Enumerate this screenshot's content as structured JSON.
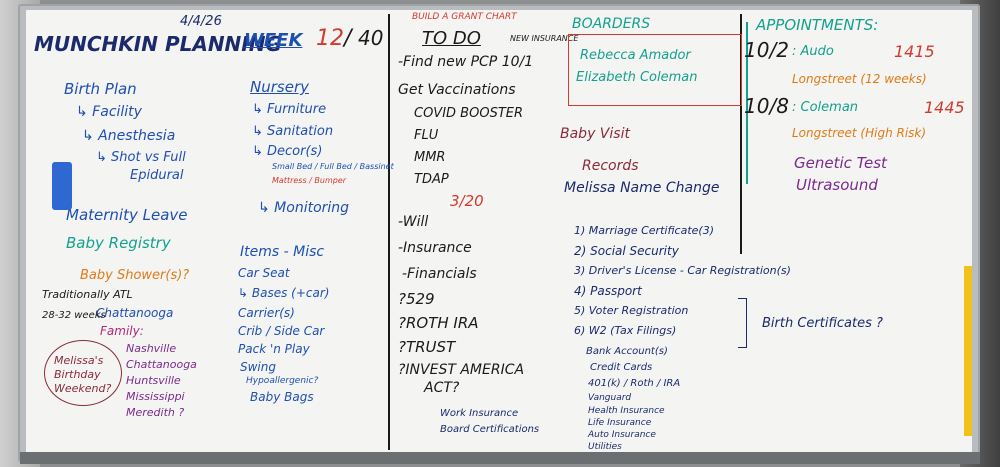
{
  "header": {
    "title": "MUNCHKIN PLANNING",
    "date": "4/4/26",
    "week_label": "WEEK",
    "week_current": "12",
    "week_total": "40"
  },
  "left_col": {
    "items": [
      "Birth Plan",
      "↳ Facility",
      "↳ Anesthesia",
      "↳ Shot vs Full",
      "Epidural",
      "Maternity Leave",
      "Baby Registry",
      "Baby Shower(s)?"
    ],
    "shower_notes": [
      "Traditionally ATL",
      "Chattanooga",
      "Family:",
      "28-32 weeks",
      "Nashville",
      "Chattanooga",
      "Huntsville",
      "Mississippi",
      "Meredith ?"
    ],
    "birthday_note": [
      "Melissa's",
      "Birthday",
      "Weekend?"
    ]
  },
  "nursery_col": {
    "heading": "Nursery",
    "items": [
      "↳ Furniture",
      "↳ Sanitation",
      "↳ Decor(s)",
      "Small Bed / Full Bed / Bassinet",
      "Mattress / Bumper",
      "↳ Monitoring"
    ],
    "items2": [
      "Items - Misc",
      "Car Seat",
      "↳ Bases (+car)",
      "Carrier(s)",
      "Crib / Side Car",
      "Pack 'n Play",
      "Swing",
      "Hypoallergenic?",
      "Baby Bags"
    ]
  },
  "todo_col": {
    "banner": "BUILD A GRANT CHART",
    "heading": "TO DO",
    "new_insurance": "NEW INSURANCE",
    "items": [
      "-Find new PCP 10/1",
      "Get Vaccinations",
      "COVID BOOSTER",
      "FLU",
      "MMR",
      "TDAP",
      "3/20",
      "-Will",
      "-Insurance",
      "-Financials",
      "?529",
      "?ROTH IRA",
      "?TRUST",
      "?INVEST AMERICA",
      "ACT?"
    ],
    "bottom_note": [
      "Work Insurance",
      "Board Certifications"
    ]
  },
  "records_col": {
    "baby_visit": "Baby Visit",
    "records": "Records",
    "name_change_title": "Melissa Name Change",
    "items": [
      "1) Marriage Certificate(3)",
      "2) Social Security",
      "3) Driver's License - Car Registration(s)",
      "4) Passport",
      "5) Voter Registration",
      "6) W2 (Tax Filings)",
      "Bank Account(s)",
      "Credit Cards",
      "401(k) / Roth / IRA",
      "Vanguard",
      "Health Insurance",
      "Life Insurance",
      "Auto Insurance",
      "Utilities"
    ],
    "birth_cert": "Birth Certificates ?"
  },
  "boarders": {
    "heading": "BOARDERS",
    "names": [
      "Rebecca Amador",
      "Elizabeth Coleman"
    ]
  },
  "appointments": {
    "heading": "APPOINTMENTS:",
    "rows": [
      {
        "date": "10/2",
        "label": ": Audo",
        "time": "1415"
      },
      {
        "date": "",
        "label": "Longstreet (12 weeks)",
        "time": ""
      },
      {
        "date": "10/8",
        "label": ": Coleman",
        "time": "1445"
      },
      {
        "date": "",
        "label": "Longstreet (High Risk)",
        "time": ""
      },
      {
        "date": "",
        "label": "Genetic Test",
        "time": ""
      },
      {
        "date": "",
        "label": "Ultrasound",
        "time": ""
      }
    ]
  }
}
